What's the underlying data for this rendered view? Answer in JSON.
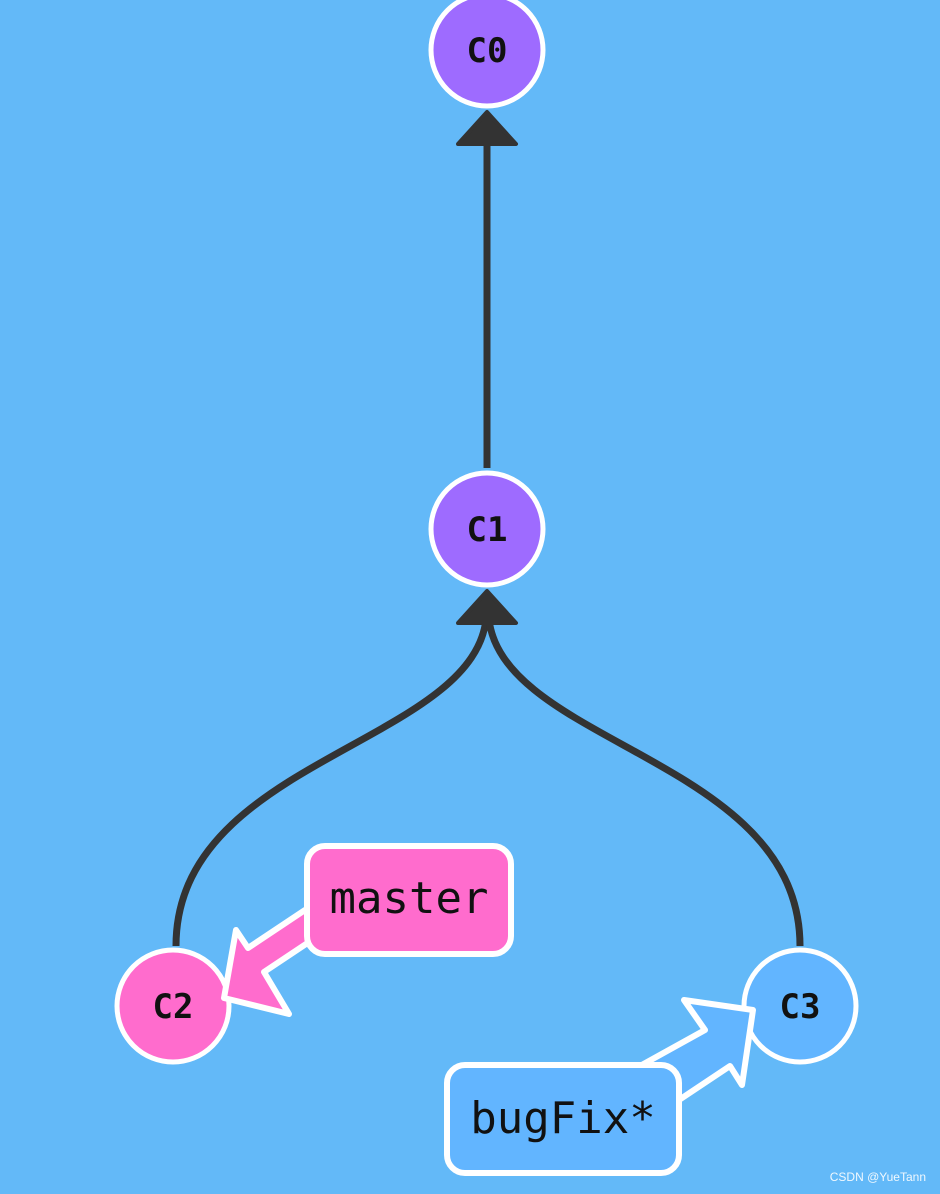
{
  "commits": [
    {
      "id": "c0",
      "label": "C0",
      "color": "#9e6bff"
    },
    {
      "id": "c1",
      "label": "C1",
      "color": "#9e6bff"
    },
    {
      "id": "c2",
      "label": "C2",
      "color": "#ff6ccd"
    },
    {
      "id": "c3",
      "label": "C3",
      "color": "#62b5ff"
    }
  ],
  "branches": [
    {
      "id": "master",
      "label": "master",
      "target": "c2",
      "color": "#ff6ccd"
    },
    {
      "id": "bugfix",
      "label": "bugFix*",
      "target": "c3",
      "color": "#62b5ff"
    }
  ],
  "edges": [
    {
      "from": "c1",
      "to": "c0"
    },
    {
      "from": "c2",
      "to": "c1"
    },
    {
      "from": "c3",
      "to": "c1"
    }
  ],
  "colors": {
    "background": "#63b9f8",
    "edge": "#333333",
    "outline": "#ffffff"
  },
  "watermark": "CSDN @YueTann"
}
